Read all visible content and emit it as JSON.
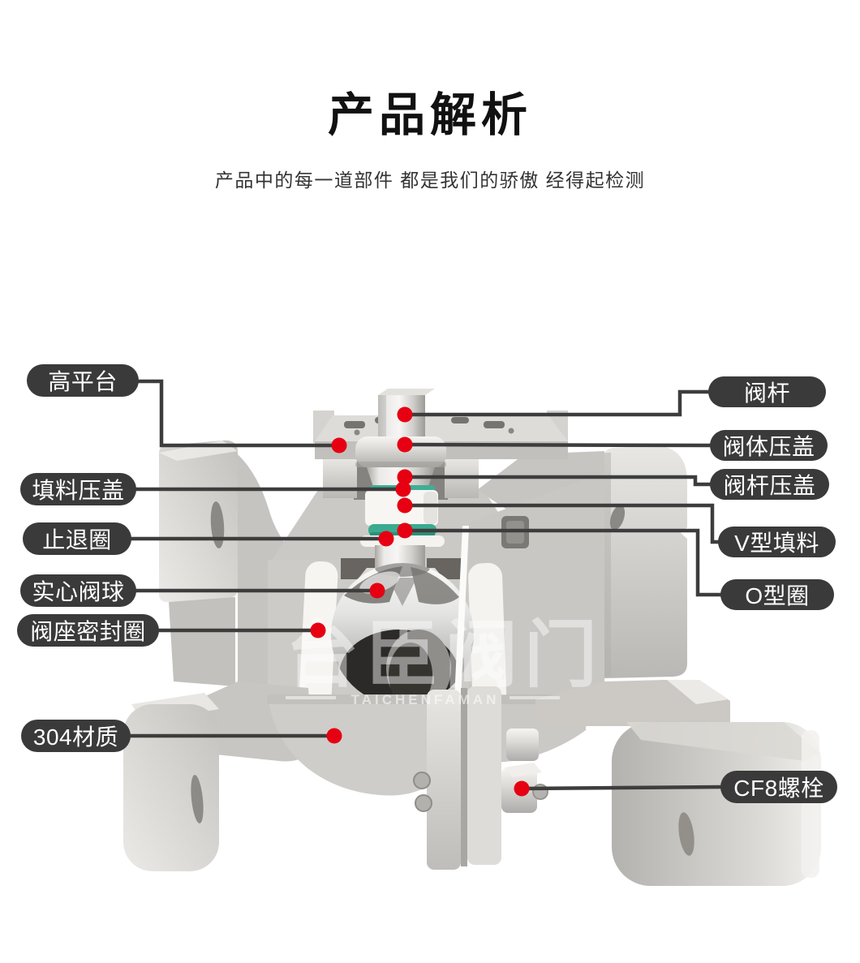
{
  "page": {
    "background": "#ffffff"
  },
  "header": {
    "title": "产品解析",
    "subtitle": "产品中的每一道部件 都是我们的骄傲 经得起检测"
  },
  "watermark": {
    "cn": "台臣阀门",
    "en": "TAICHENFAMAN"
  },
  "labels": {
    "left": [
      {
        "id": "high-platform",
        "text": "高平台"
      },
      {
        "id": "packing-gland",
        "text": "填料压盖"
      },
      {
        "id": "retaining-ring",
        "text": "止退圈"
      },
      {
        "id": "solid-ball",
        "text": "实心阀球"
      },
      {
        "id": "seat-seal-ring",
        "text": "阀座密封圈"
      },
      {
        "id": "material-304",
        "text": "304材质"
      }
    ],
    "right": [
      {
        "id": "valve-stem",
        "text": "阀杆"
      },
      {
        "id": "body-gland",
        "text": "阀体压盖"
      },
      {
        "id": "stem-gland",
        "text": "阀杆压盖"
      },
      {
        "id": "v-packing",
        "text": "V型填料"
      },
      {
        "id": "o-ring",
        "text": "O型圈"
      },
      {
        "id": "cf8-bolt",
        "text": "CF8螺栓"
      }
    ]
  },
  "colors": {
    "pill_bg": "#3a3a3a",
    "pill_text": "#ffffff",
    "leader_line": "#3d3d3d",
    "marker_dot": "#e60012",
    "seal_green": "#3aab90",
    "ptfe_white": "#f7f6f3",
    "metal_light": "#e9e7e4",
    "metal_dark": "#b7b5b1"
  }
}
